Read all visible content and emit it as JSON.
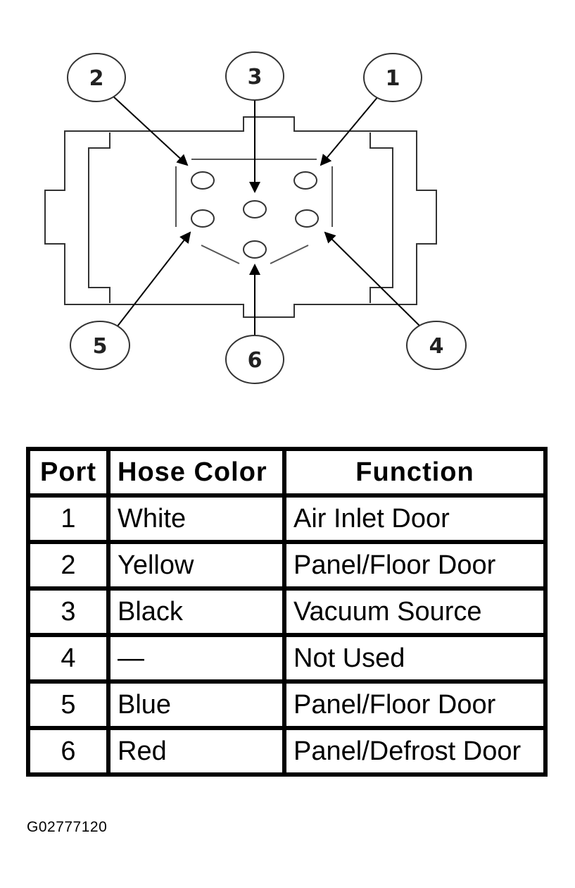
{
  "diagram": {
    "callouts": [
      "1",
      "2",
      "3",
      "4",
      "5",
      "6"
    ]
  },
  "table": {
    "headers": {
      "port": "Port",
      "hose_color": "Hose Color",
      "function": "Function"
    },
    "rows": [
      {
        "port": "1",
        "hose_color": "White",
        "function": "Air Inlet Door"
      },
      {
        "port": "2",
        "hose_color": "Yellow",
        "function": "Panel/Floor Door"
      },
      {
        "port": "3",
        "hose_color": "Black",
        "function": "Vacuum Source"
      },
      {
        "port": "4",
        "hose_color": "—",
        "function": "Not Used"
      },
      {
        "port": "5",
        "hose_color": "Blue",
        "function": "Panel/Floor Door"
      },
      {
        "port": "6",
        "hose_color": "Red",
        "function": "Panel/Defrost Door"
      }
    ]
  },
  "figure_id": "G02777120"
}
